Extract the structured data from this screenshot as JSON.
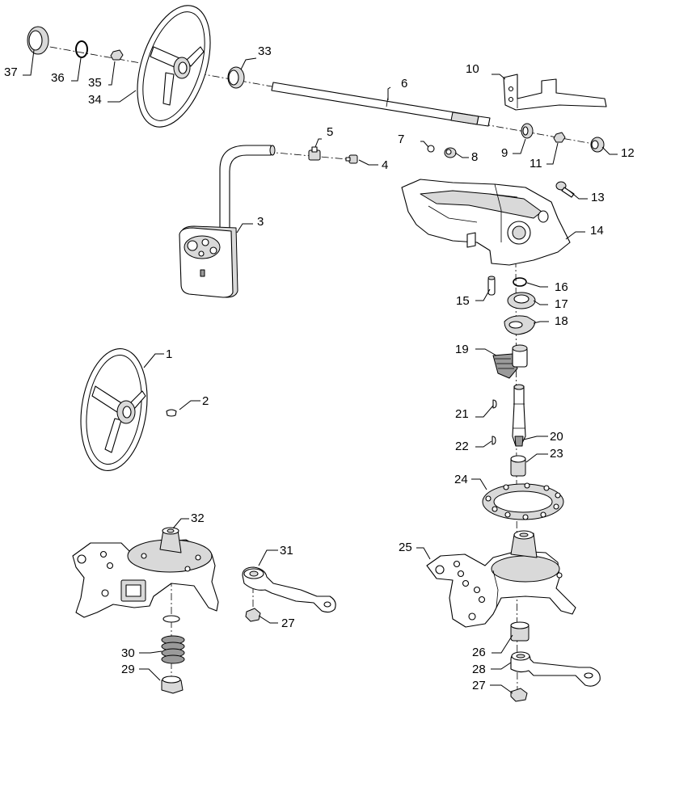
{
  "callouts": {
    "c1": "1",
    "c2": "2",
    "c3": "3",
    "c4": "4",
    "c5": "5",
    "c6": "6",
    "c7": "7",
    "c8": "8",
    "c9": "9",
    "c10": "10",
    "c11": "11",
    "c12": "12",
    "c13": "13",
    "c14": "14",
    "c15": "15",
    "c16": "16",
    "c17": "17",
    "c18": "18",
    "c19": "19",
    "c20": "20",
    "c21": "21",
    "c22": "22",
    "c23": "23",
    "c24": "24",
    "c25": "25",
    "c26": "26",
    "c27a": "27",
    "c27b": "27",
    "c28": "28",
    "c29": "29",
    "c30": "30",
    "c31": "31",
    "c32": "32",
    "c33": "33",
    "c34": "34",
    "c35": "35",
    "c36": "36",
    "c37": "37"
  },
  "colors": {
    "line": "#000000",
    "fill": "#ffffff",
    "shade": "#d9d9d9",
    "dark": "#9a9a9a"
  }
}
